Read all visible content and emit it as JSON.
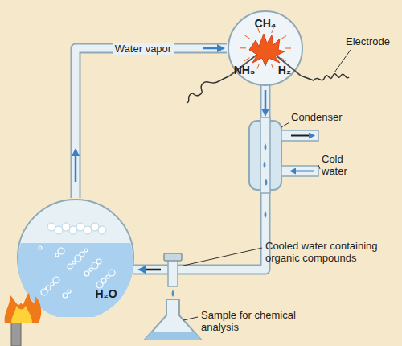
{
  "diagram": {
    "nodes": [
      {
        "text": [
          "CH₄",
          "NH₃",
          "H₂"
        ]
      },
      {
        "text": [
          "H₂O"
        ]
      }
    ],
    "edges": [
      {
        "from": 1,
        "to": 0,
        "label": "Water vapor",
        "arrow": "to"
      }
    ],
    "labels": [
      "Electrode",
      "Condenser",
      "Cold water",
      "Cooled water containing organic compounds",
      "Sample for chemical analysis"
    ]
  }
}
